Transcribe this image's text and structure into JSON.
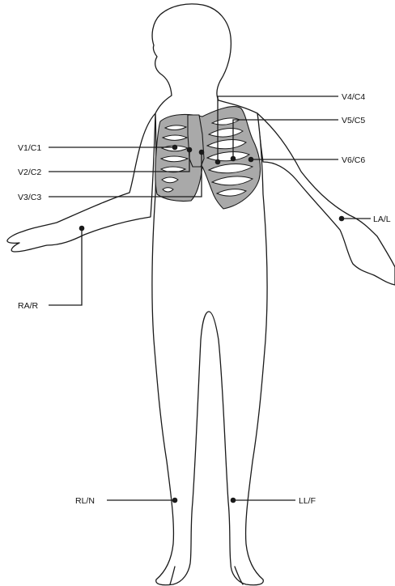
{
  "figure": {
    "title": "",
    "body_color": "#ffffff",
    "outline_color": "#1a1a1a",
    "rib_color": "#a9a9a9"
  },
  "electrodes": {
    "v1": "V1/C1",
    "v2": "V2/C2",
    "v3": "V3/C3",
    "v4": "V4/C4",
    "v5": "V5/C5",
    "v6": "V6/C6",
    "la": "LA/L",
    "ra": "RA/R",
    "rl": "RL/N",
    "ll": "LL/F"
  }
}
